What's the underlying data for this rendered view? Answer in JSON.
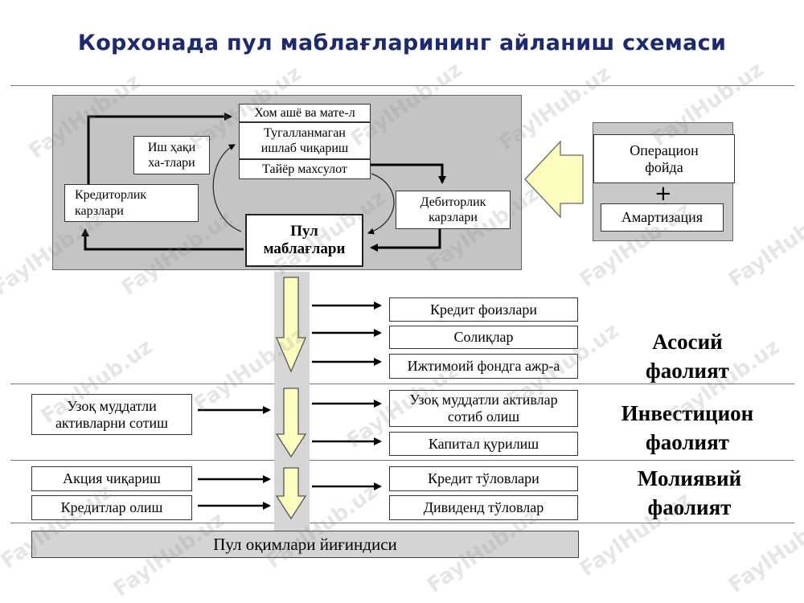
{
  "title": "Корхонада пул маблағларининг айланиш схемаси",
  "cycle": {
    "materials_top": "Хом ашё ва мате-л",
    "materials_mid": "Тугалланмаган ишлаб чиқариш",
    "materials_bottom": "Тайёр махсулот",
    "wages": "Иш ҳақи ха-тлари",
    "payables": "Кредиторлик карзлари",
    "receivables": "Дебиторлик карзлари",
    "cash": "Пул маблағлари"
  },
  "sources": {
    "profit": "Операцион фойда",
    "plus": "+",
    "amortization": "Амартизация"
  },
  "operating": {
    "label": "Асосий фаолият",
    "outflows": [
      "Кредит фоизлари",
      "Солиқлар",
      "Ижтимоий фондга ажр-а"
    ]
  },
  "investing": {
    "label": "Инвестицион фаолият",
    "inflow": "Узоқ муддатли активларни сотиш",
    "outflows": [
      "Узоқ муддатли активлар сотиб олиш",
      "Капитал қурилиш"
    ]
  },
  "financing": {
    "label": "Молиявий фаолият",
    "inflows": [
      "Акция чиқариш",
      "Кредитлар олиш"
    ],
    "outflows": [
      "Кредит тўловлари",
      "Дивиденд тўловлар"
    ]
  },
  "total": "Пул оқимлари йиғиндиси",
  "watermark": "FaylHub.uz"
}
